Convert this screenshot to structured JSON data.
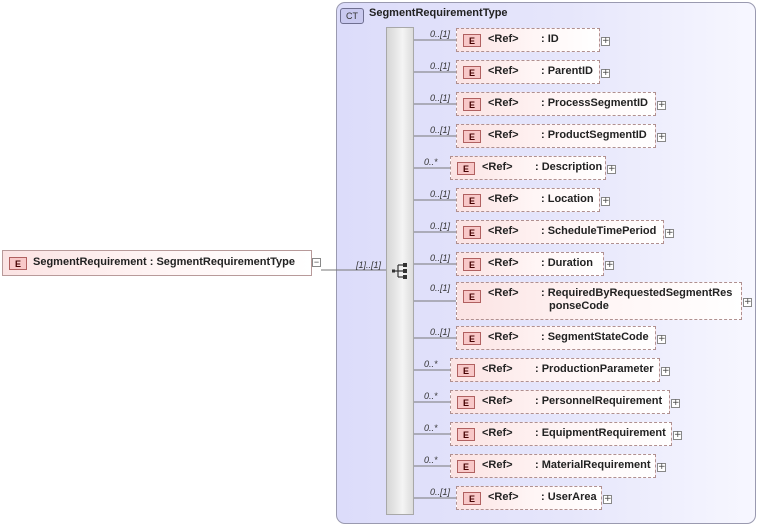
{
  "complex_type": {
    "badge": "CT",
    "name": "SegmentRequirementType"
  },
  "root_element": {
    "badge": "E",
    "label": "SegmentRequirement : SegmentRequirementType",
    "collapse_symbol": "−"
  },
  "sequence": {
    "cardinality": "[1]..[1]",
    "icon": "sequence-icon"
  },
  "ref_label": "<Ref>",
  "element_badge": "E",
  "expand_symbol": "+",
  "elements": [
    {
      "cardinality": "0..[1]",
      "name": ": ID"
    },
    {
      "cardinality": "0..[1]",
      "name": ": ParentID"
    },
    {
      "cardinality": "0..[1]",
      "name": ": ProcessSegmentID"
    },
    {
      "cardinality": "0..[1]",
      "name": ": ProductSegmentID"
    },
    {
      "cardinality": "0..*",
      "name": ": Description"
    },
    {
      "cardinality": "0..[1]",
      "name": ": Location"
    },
    {
      "cardinality": "0..[1]",
      "name": ": ScheduleTimePeriod"
    },
    {
      "cardinality": "0..[1]",
      "name": ": Duration"
    },
    {
      "cardinality": "0..[1]",
      "name": ": RequiredByRequestedSegmentRes",
      "name2": "ponseCode"
    },
    {
      "cardinality": "0..[1]",
      "name": ": SegmentStateCode"
    },
    {
      "cardinality": "0..*",
      "name": ": ProductionParameter"
    },
    {
      "cardinality": "0..*",
      "name": ": PersonnelRequirement"
    },
    {
      "cardinality": "0..*",
      "name": ": EquipmentRequirement"
    },
    {
      "cardinality": "0..*",
      "name": ": MaterialRequirement"
    },
    {
      "cardinality": "0..[1]",
      "name": ": UserArea"
    }
  ]
}
